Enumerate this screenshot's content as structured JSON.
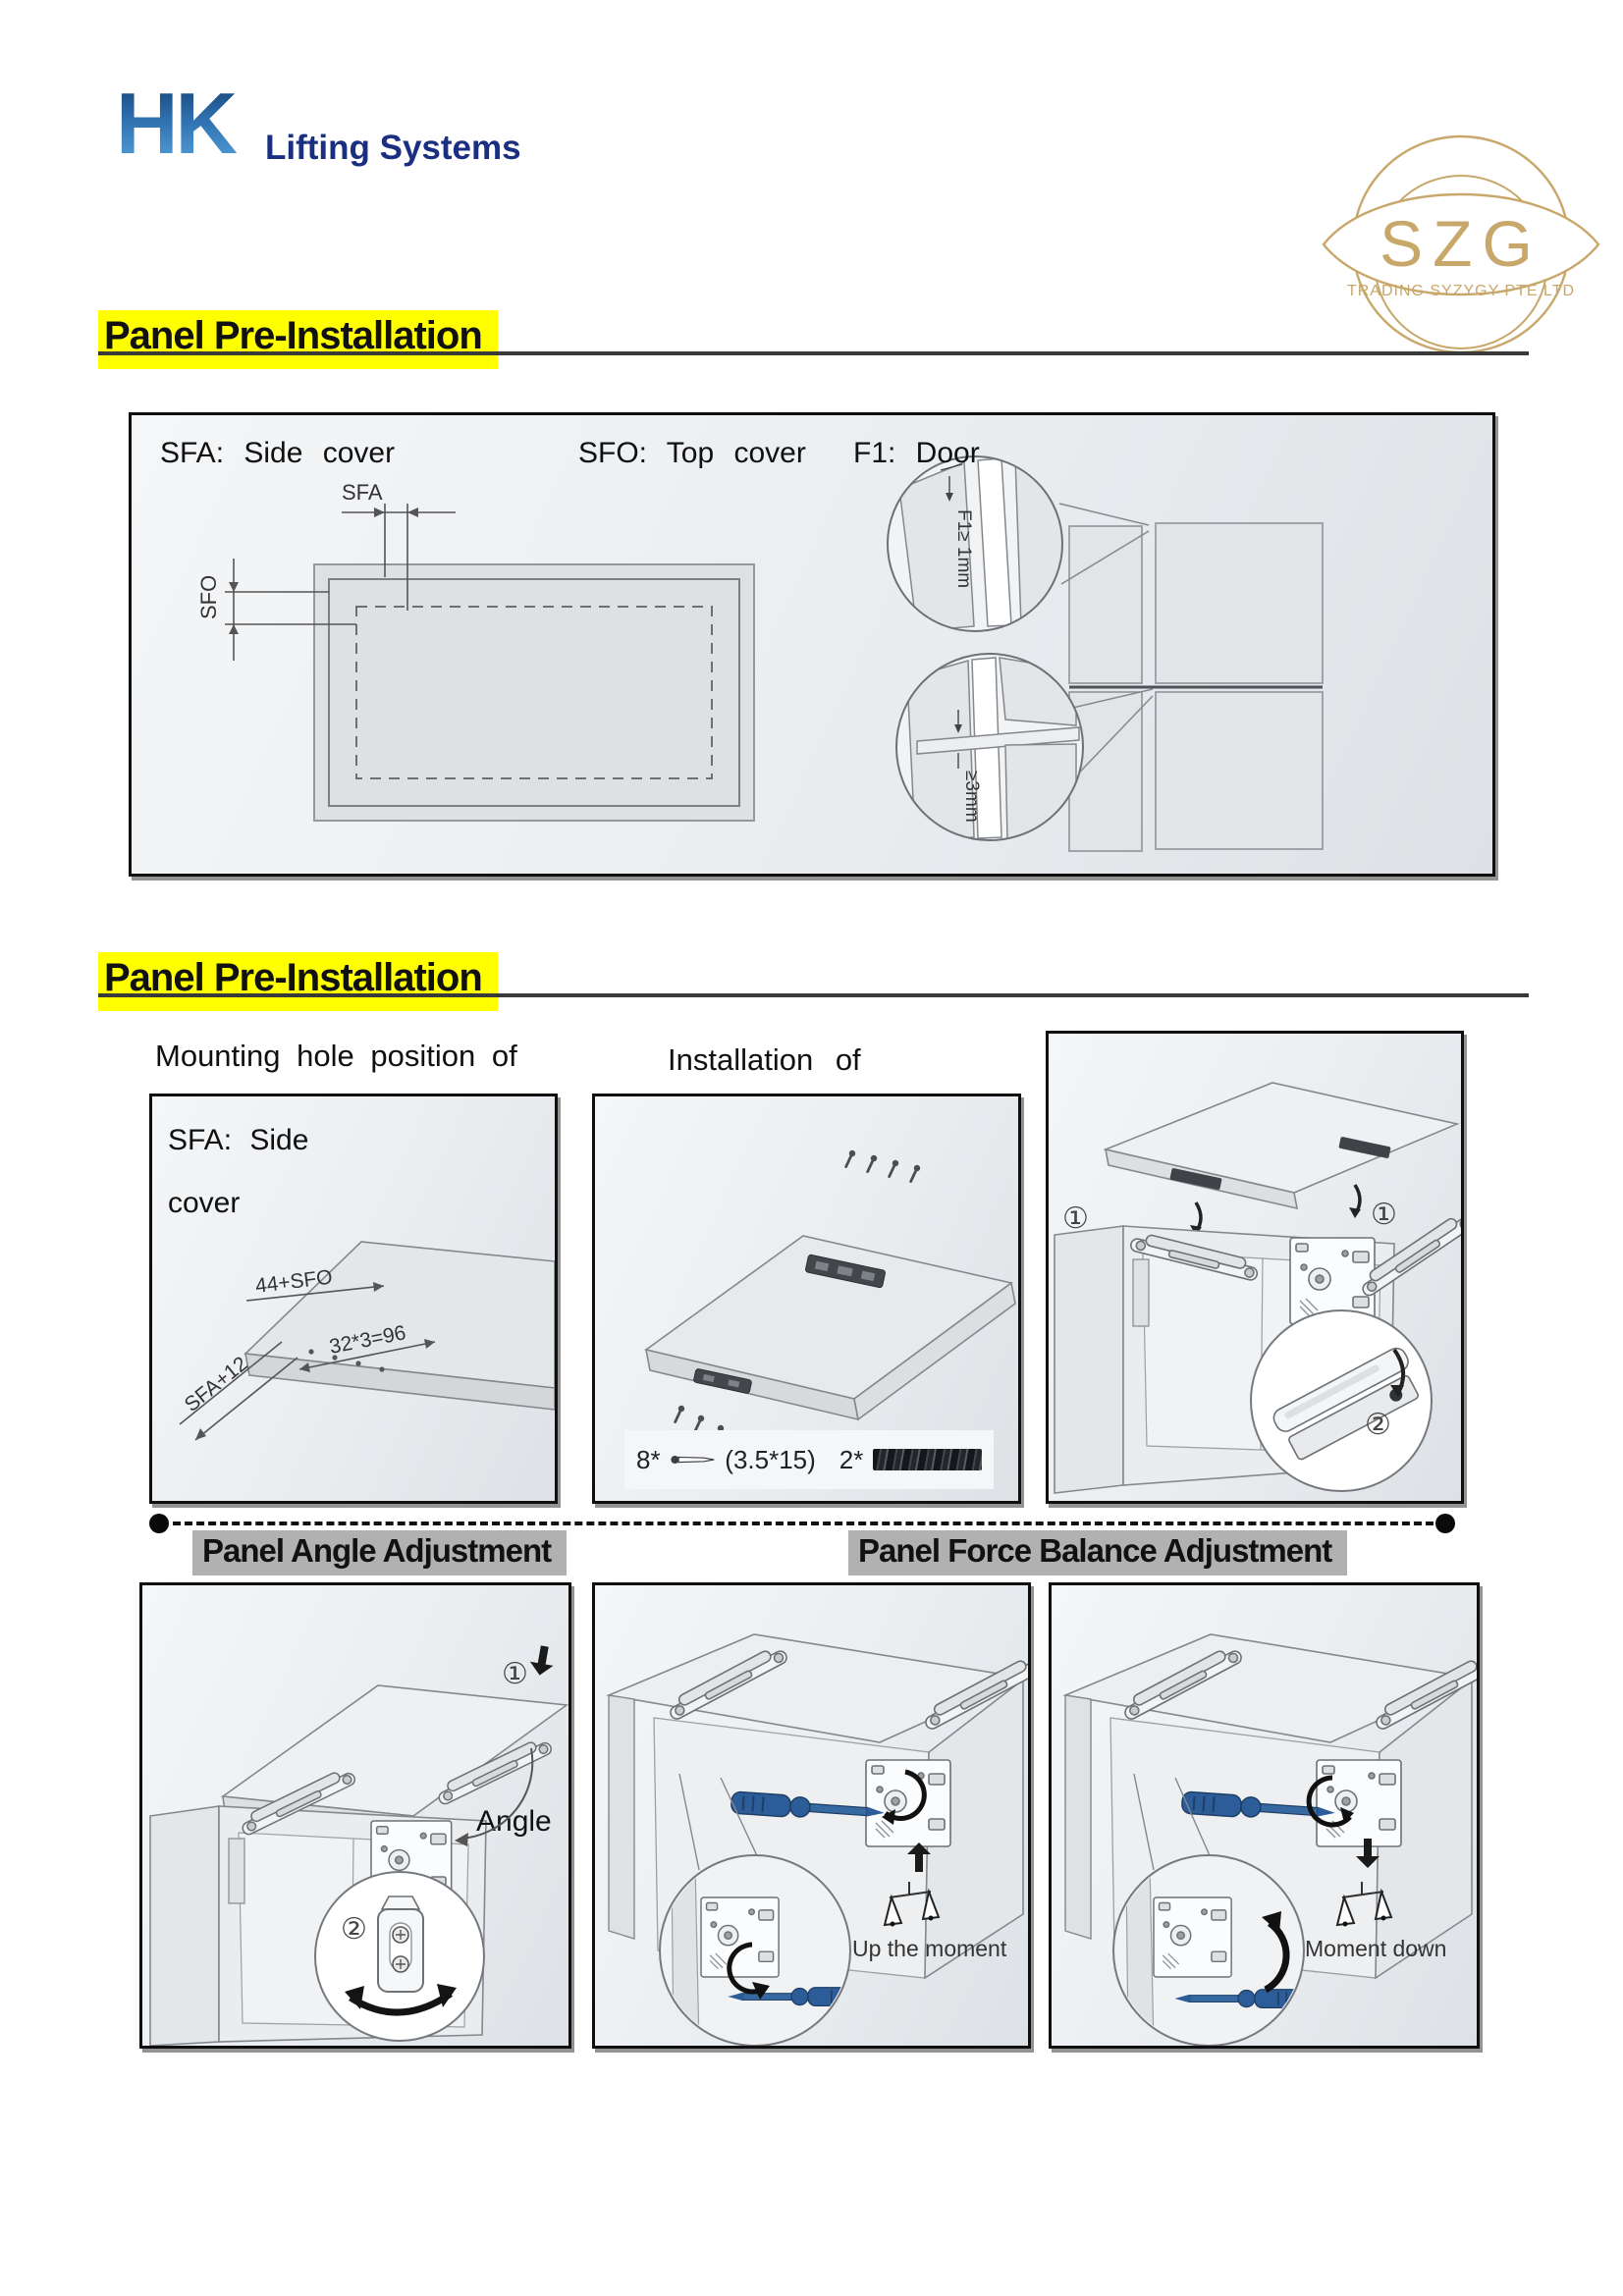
{
  "header": {
    "brand": "HK",
    "brand_suffix": "Lifting Systems"
  },
  "logo": {
    "text": "SZG",
    "subtext": "TRADING SYZYGY PTE LTD",
    "color": "#c8a76b"
  },
  "section1": {
    "title": "Panel Pre-Installation"
  },
  "section2": {
    "title": "Panel Pre-Installation"
  },
  "overview": {
    "legend": [
      {
        "text": "SFA: Side cover"
      },
      {
        "text": "SFO: Top cover"
      },
      {
        "text": "F1: Door"
      }
    ],
    "dims": {
      "sfa": "SFA",
      "sfo": "SFO",
      "f1": "F1≥ 1mm",
      "gap": "≥3mm"
    }
  },
  "middle": {
    "col1": {
      "title": "Mounting hole position of",
      "line1": "SFA: Side",
      "line2": "cover",
      "dims": {
        "d1": "44+SFO",
        "d2": "32*3=96",
        "d3": "SFA+12"
      }
    },
    "col2": {
      "title": "Installation of",
      "hardware": {
        "qty1": "8*",
        "spec1": "(3.5*15)",
        "qty2": "2*"
      }
    },
    "col3": {
      "marker1": "①",
      "marker1b": "①",
      "marker2": "②"
    }
  },
  "adjust": {
    "angle_title": "Panel Angle Adjustment",
    "force_title": "Panel Force Balance Adjustment",
    "b1": {
      "marker1": "①",
      "marker2": "②",
      "label": "Angle"
    },
    "b2": {
      "caption": "Up the moment"
    },
    "b3": {
      "caption": "Moment down"
    }
  },
  "accent": {
    "yellow": "#ffff00",
    "gray": "#b1b1b1",
    "blue_logo": "#1b2f80",
    "tool_blue": "#2d5d99"
  }
}
